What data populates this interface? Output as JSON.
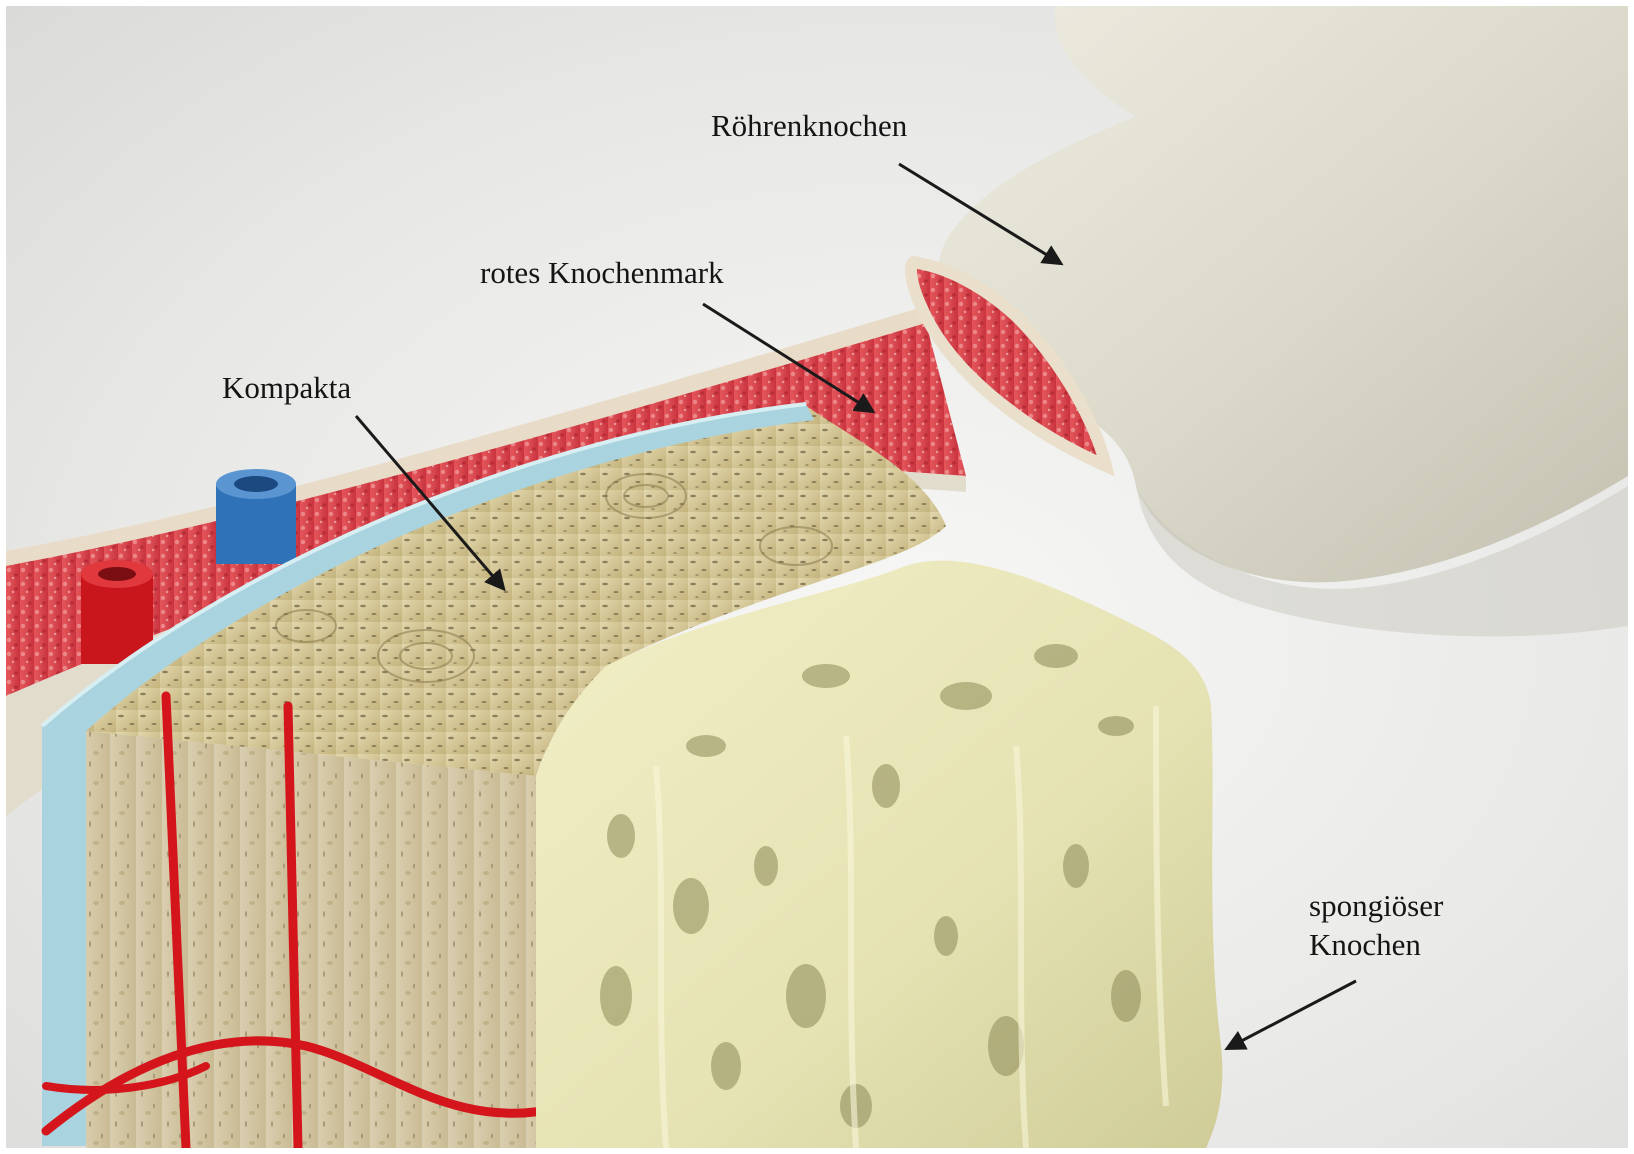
{
  "labels": {
    "roehrenknochen": "Röhrenknochen",
    "rotes_knochenmark": "rotes Knochenmark",
    "kompakta": "Kompakta",
    "spongioeser_line1": "spongiöser",
    "spongioeser_line2": "Knochen"
  },
  "colors": {
    "background": "#e6e6e4",
    "bone_shell": "#dcdacb",
    "marrow": "#d84850",
    "compacta": "#c8b98a",
    "spongiosa": "#e9e6b8",
    "periosteum": "#a9d3de",
    "artery": "#d4161c",
    "vein": "#2f72b8",
    "arrow": "#1a1a1a"
  }
}
